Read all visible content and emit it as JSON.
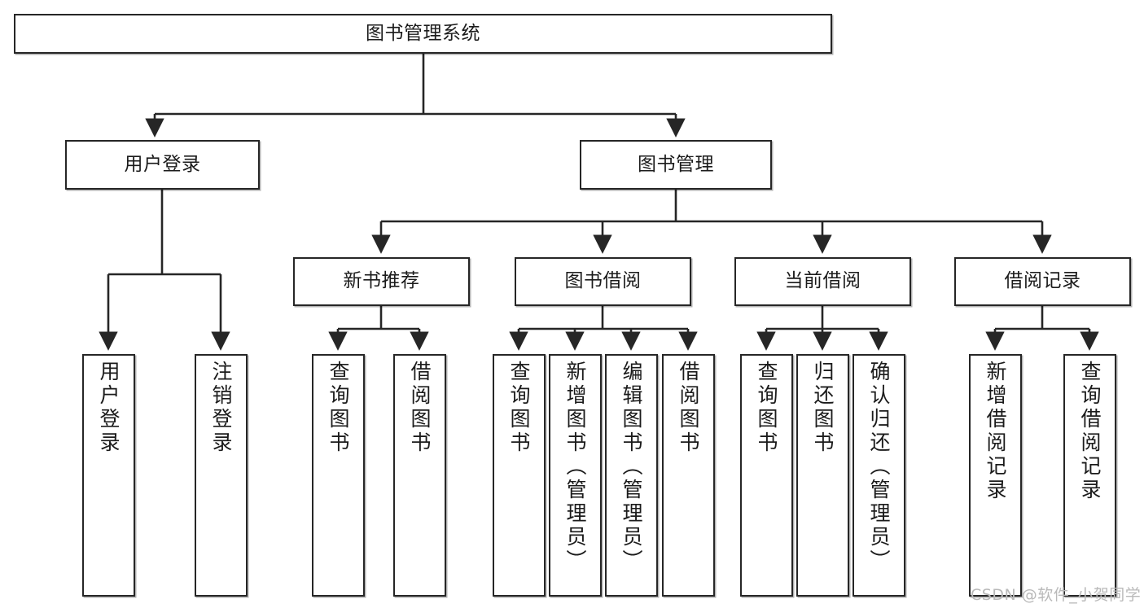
{
  "diagram": {
    "type": "hierarchy-tree",
    "title": "图书管理系统",
    "root": {
      "label": "图书管理系统"
    },
    "level2": [
      {
        "label": "用户登录"
      },
      {
        "label": "图书管理"
      }
    ],
    "level3": [
      {
        "label": "新书推荐"
      },
      {
        "label": "图书借阅"
      },
      {
        "label": "当前借阅"
      },
      {
        "label": "借阅记录"
      }
    ],
    "leaves": [
      {
        "label": "用户登录",
        "parent": "用户登录"
      },
      {
        "label": "注销登录",
        "parent": "用户登录"
      },
      {
        "label": "查询图书",
        "parent": "新书推荐"
      },
      {
        "label": "借阅图书",
        "parent": "新书推荐"
      },
      {
        "label": "查询图书",
        "parent": "图书借阅"
      },
      {
        "label": "新增图书（管理员）",
        "parent": "图书借阅"
      },
      {
        "label": "编辑图书（管理员）",
        "parent": "图书借阅"
      },
      {
        "label": "借阅图书",
        "parent": "图书借阅"
      },
      {
        "label": "查询图书",
        "parent": "当前借阅"
      },
      {
        "label": "归还图书",
        "parent": "当前借阅"
      },
      {
        "label": "确认归还（管理员）",
        "parent": "当前借阅"
      },
      {
        "label": "新增借阅记录",
        "parent": "借阅记录"
      },
      {
        "label": "查询借阅记录",
        "parent": "借阅记录"
      }
    ],
    "colors": {
      "stroke": "#262626",
      "background": "#ffffff",
      "text": "#1b1b1b",
      "watermark": "#b9b9b9"
    }
  },
  "watermark": {
    "text": "CSDN @软件_小贺同学"
  }
}
